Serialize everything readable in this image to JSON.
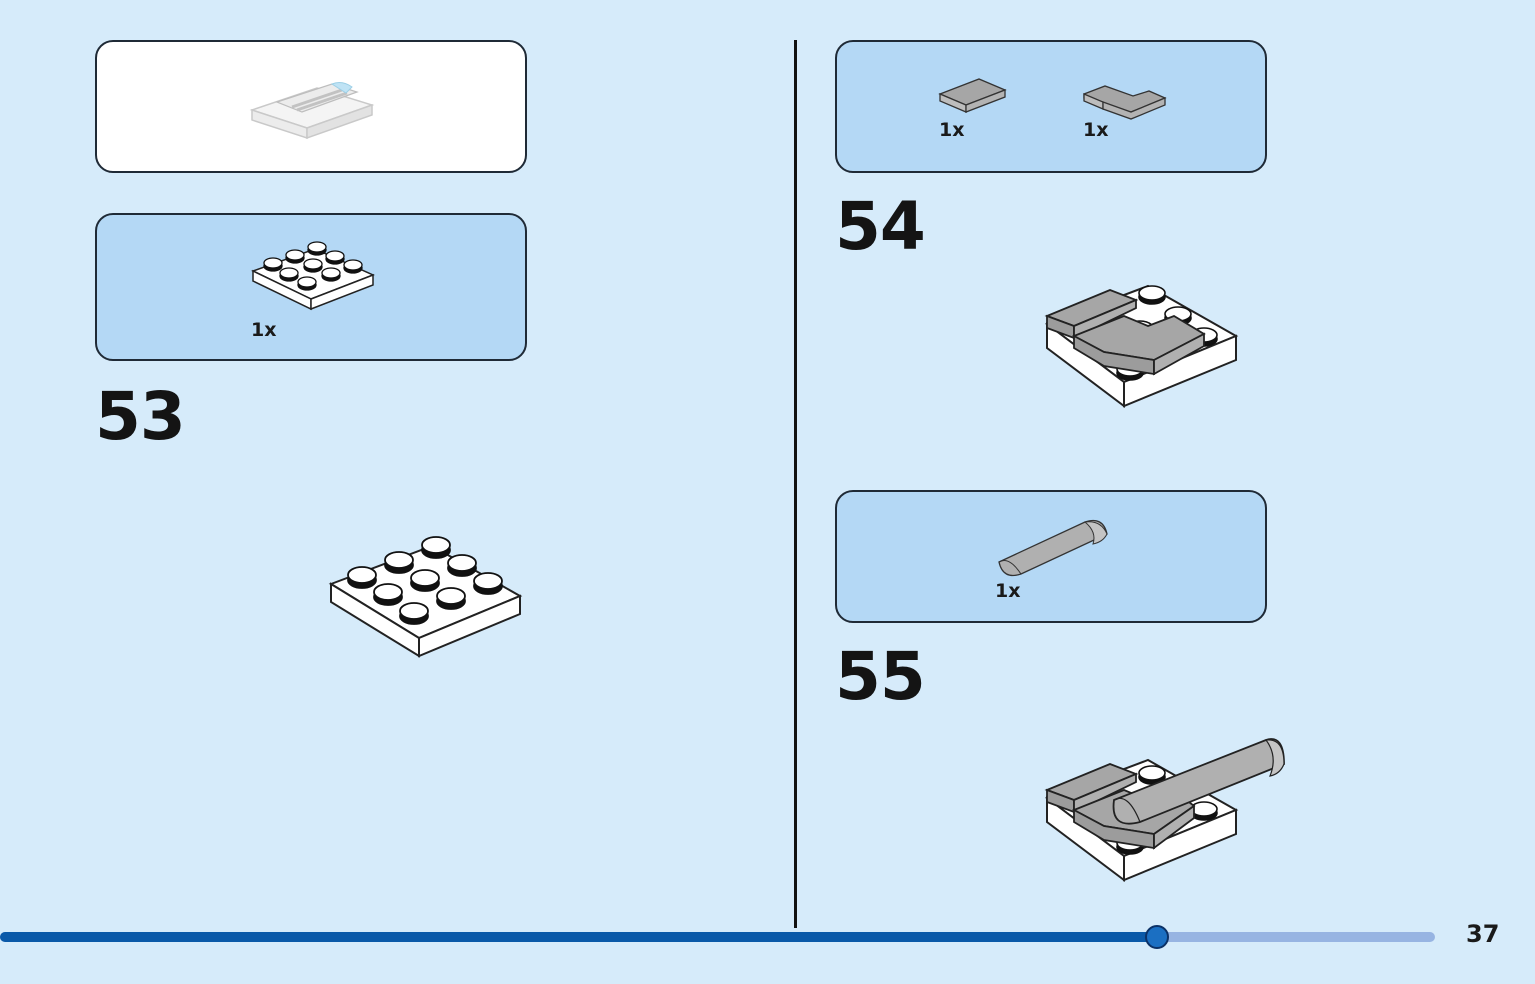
{
  "page": {
    "number": "37"
  },
  "progress": {
    "fraction": 0.806
  },
  "colors": {
    "background": "#d6ebfa",
    "parts_box": "#b4d8f5",
    "progress_fill": "#0a59a8",
    "progress_track": "#97b4e2",
    "brick_white": "#ffffff",
    "brick_gray": "#a6a6a6"
  },
  "left": {
    "preview_icon": "assembly-preview-icon",
    "step53": {
      "number": "53",
      "parts": [
        {
          "qty": "1x",
          "icon": "plate-3x3-white-icon"
        }
      ],
      "result_icon": "plate-3x3-assembly-icon"
    }
  },
  "right": {
    "step54": {
      "number": "54",
      "parts": [
        {
          "qty": "1x",
          "icon": "tile-1x2-gray-icon"
        },
        {
          "qty": "1x",
          "icon": "corner-tile-gray-icon"
        }
      ],
      "result_icon": "step54-assembly-icon"
    },
    "step55": {
      "number": "55",
      "parts": [
        {
          "qty": "1x",
          "icon": "round-bar-gray-icon"
        }
      ],
      "result_icon": "step55-assembly-icon"
    }
  }
}
